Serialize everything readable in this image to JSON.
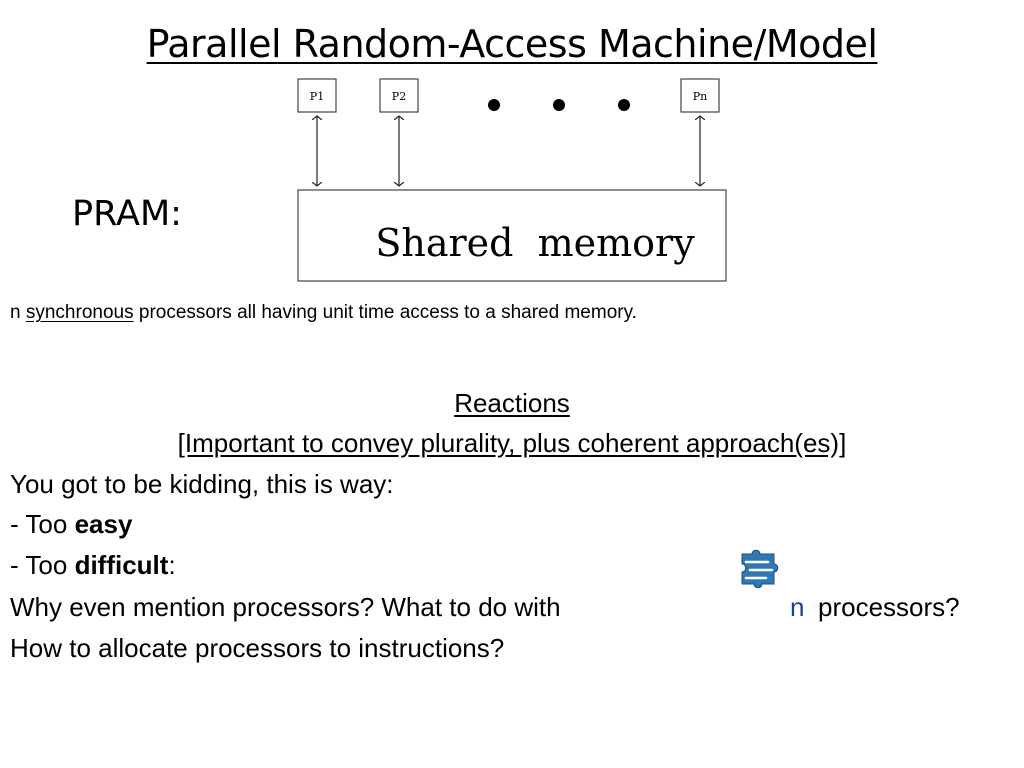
{
  "slide": {
    "title": "Parallel Random-Access Machine/Model",
    "pram_label": "PRAM:"
  },
  "diagram": {
    "processors": [
      "P1",
      "P2",
      "Pn"
    ],
    "shared_memory_label": "Shared  memory"
  },
  "description": {
    "prefix": "n ",
    "underlined": "synchronous",
    "rest": " processors all having unit time access to a shared memory."
  },
  "reactions": {
    "heading": "Reactions",
    "subheading": "[Important to convey plurality, plus coherent approach(es)]",
    "intro": "You got to be kidding, this is way:",
    "easy_prefix": "- Too ",
    "easy_bold": "easy",
    "difficult_prefix": "- Too ",
    "difficult_bold": "difficult",
    "difficult_suffix": ":",
    "why_text": "Why even mention processors? What to do with",
    "n_var": "n",
    "why_end": "processors?",
    "allocate": "How to allocate  processors to  instructions?"
  },
  "colors": {
    "puzzle_icon": "#2f78b4",
    "n_variable": "#1f3f8a"
  },
  "icons": {
    "puzzle": "puzzle-piece-icon"
  }
}
